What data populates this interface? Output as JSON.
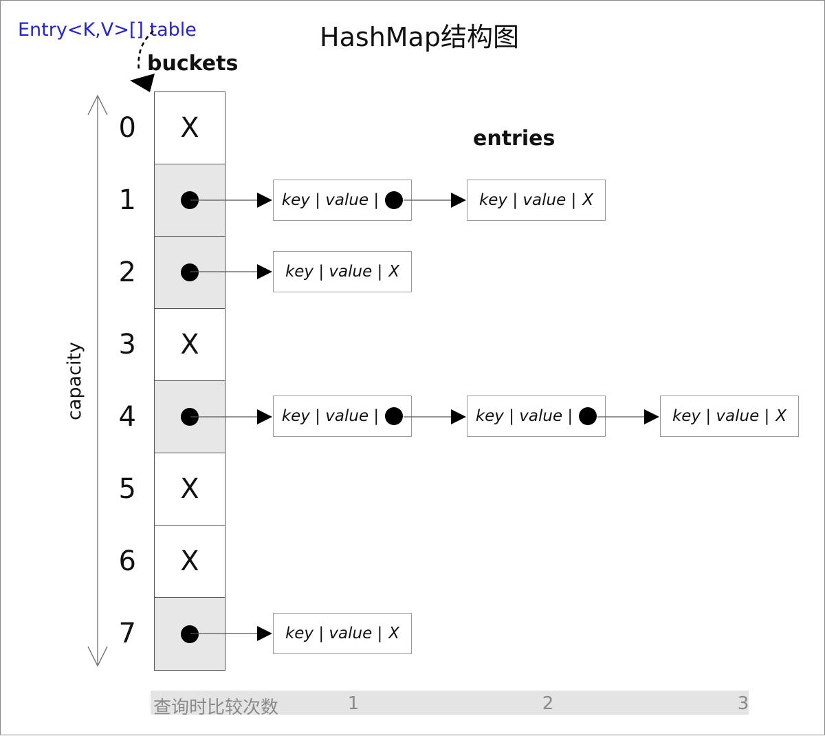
{
  "title": "HashMap结构图",
  "labels": {
    "table_ref": "Entry<K,V>[] table",
    "buckets": "buckets",
    "entries": "entries",
    "capacity": "capacity"
  },
  "buckets": {
    "cells": [
      {
        "index": "0",
        "state": "empty",
        "marker": "X"
      },
      {
        "index": "1",
        "state": "pointer"
      },
      {
        "index": "2",
        "state": "pointer"
      },
      {
        "index": "3",
        "state": "empty",
        "marker": "X"
      },
      {
        "index": "4",
        "state": "pointer"
      },
      {
        "index": "5",
        "state": "empty",
        "marker": "X"
      },
      {
        "index": "6",
        "state": "empty",
        "marker": "X"
      },
      {
        "index": "7",
        "state": "pointer"
      }
    ]
  },
  "chains": [
    {
      "bucket": "1",
      "nodes": [
        {
          "fields": "key | value |",
          "next": "pointer"
        },
        {
          "fields": "key | value |",
          "next": "X"
        }
      ]
    },
    {
      "bucket": "2",
      "nodes": [
        {
          "fields": "key | value |",
          "next": "X"
        }
      ]
    },
    {
      "bucket": "4",
      "nodes": [
        {
          "fields": "key | value |",
          "next": "pointer"
        },
        {
          "fields": "key | value |",
          "next": "pointer"
        },
        {
          "fields": "key | value |",
          "next": "X"
        }
      ]
    },
    {
      "bucket": "7",
      "nodes": [
        {
          "fields": "key | value |",
          "next": "X"
        }
      ]
    }
  ],
  "footer": {
    "label": "查询时比较次数",
    "values": [
      "1",
      "2",
      "3"
    ]
  },
  "colors": {
    "accent_blue": "#2323dc",
    "bucket_fill": "#e7e7e7",
    "footer_bg": "#e4e4e4",
    "footer_text": "#8a8a8a"
  }
}
